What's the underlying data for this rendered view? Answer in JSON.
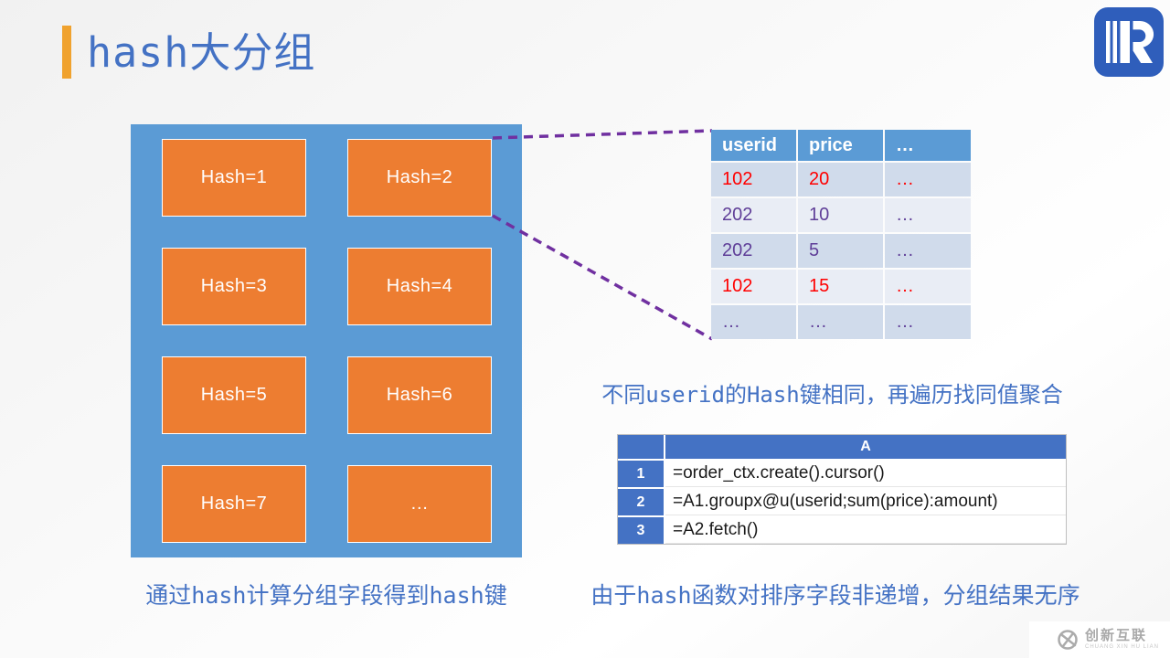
{
  "page": {
    "title_latin": "hash",
    "title_cjk": "大分组"
  },
  "hash_grid": {
    "boxes": [
      "Hash=1",
      "Hash=2",
      "Hash=3",
      "Hash=4",
      "Hash=5",
      "Hash=6",
      "Hash=7",
      "…"
    ]
  },
  "data_table": {
    "headers": [
      "userid",
      "price",
      "…"
    ],
    "rows": [
      {
        "userid": "102",
        "price": "20",
        "more": "…",
        "highlight": "red"
      },
      {
        "userid": "202",
        "price": "10",
        "more": "…",
        "highlight": "purple"
      },
      {
        "userid": "202",
        "price": "5",
        "more": "…",
        "highlight": "purple"
      },
      {
        "userid": "102",
        "price": "15",
        "more": "…",
        "highlight": "red"
      },
      {
        "userid": "…",
        "price": "…",
        "more": "…",
        "highlight": "purple"
      }
    ]
  },
  "callout": {
    "text": "不同userid的Hash键相同，再遍历找同值聚合"
  },
  "code_grid": {
    "column_header": "A",
    "rows": [
      {
        "num": "1",
        "code": "=order_ctx.create().cursor()"
      },
      {
        "num": "2",
        "code": "=A1.groupx@u(userid;sum(price):amount)"
      },
      {
        "num": "3",
        "code": "=A2.fetch()"
      }
    ]
  },
  "captions": {
    "left": "通过hash计算分组字段得到hash键",
    "right": "由于hash函数对排序字段非递增，分组结果无序"
  },
  "watermark": {
    "name": "创新互联",
    "subtitle": "CHUANG XIN HU LIAN"
  },
  "colors": {
    "accent_blue": "#4472C4",
    "panel_blue": "#5B9BD5",
    "box_orange": "#ED7D31",
    "title_bar_orange": "#F0A22E",
    "dashed_purple": "#7030A0",
    "red_value": "#FF0000",
    "purple_value": "#5F3E98",
    "band_dark": "#D0DBEB",
    "band_light": "#E9EDF5"
  }
}
